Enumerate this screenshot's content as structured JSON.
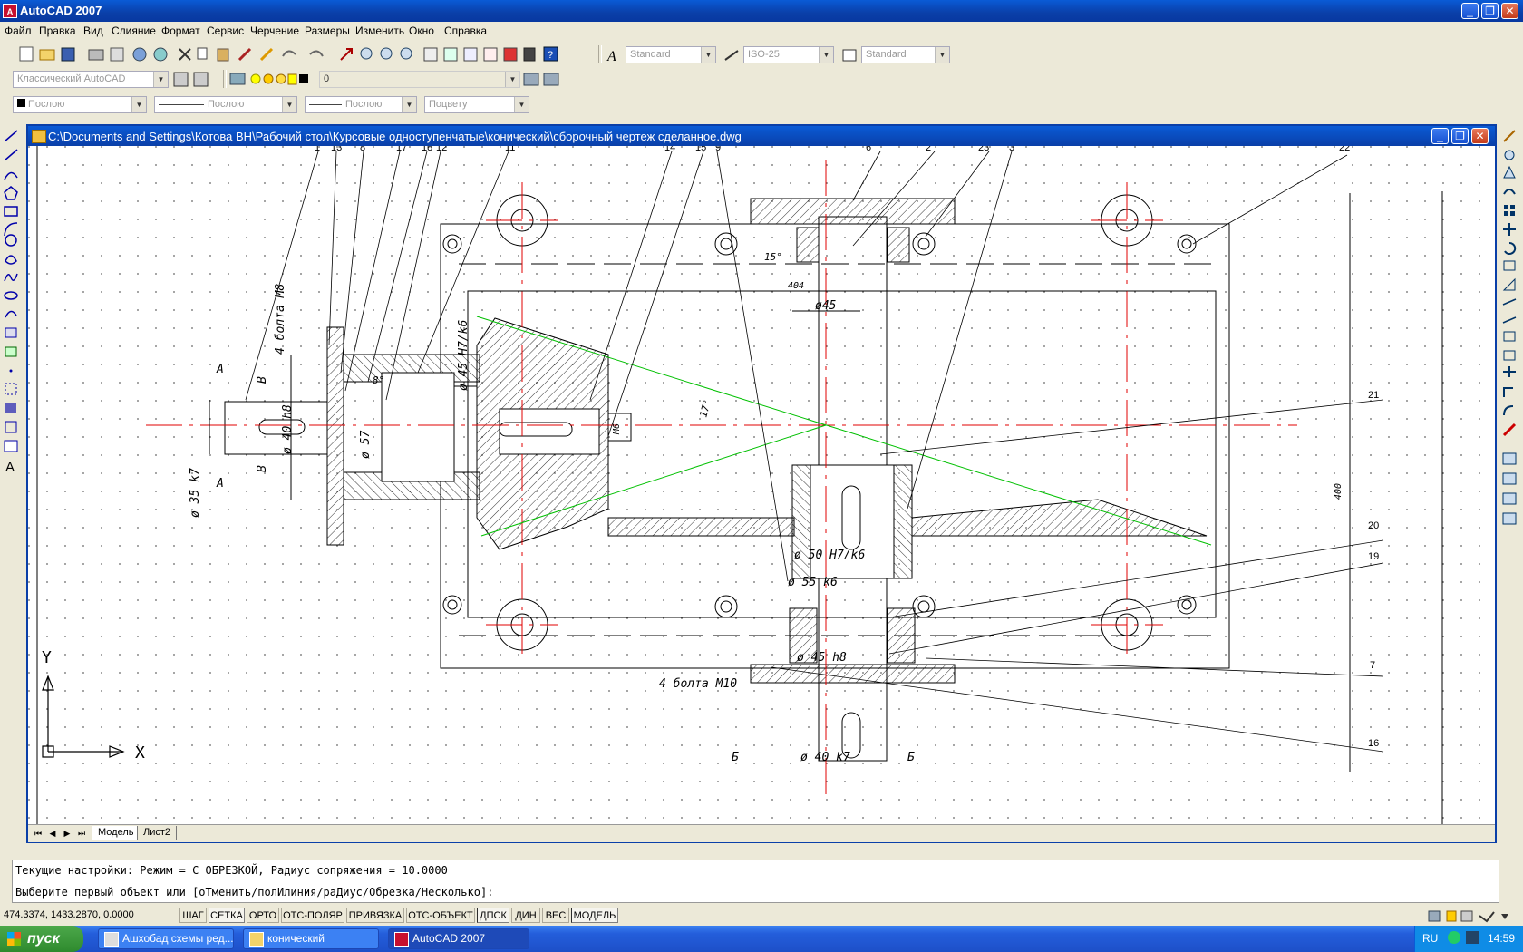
{
  "app": {
    "title": "AutoCAD 2007",
    "icon_label": "A"
  },
  "menu": [
    "Файл",
    "Правка",
    "Вид",
    "Слияние",
    "Формат",
    "Сервис",
    "Черчение",
    "Размеры",
    "Изменить",
    "Окно",
    "Справка"
  ],
  "toolbar": {
    "text_style": "Standard",
    "dim_style": "ISO-25",
    "table_style": "Standard",
    "workspace": "Классический AutoCAD",
    "layer": "0",
    "color": "Послою",
    "linetype": "Послою",
    "lineweight": "Послою",
    "plotstyle": "Поцвету"
  },
  "drawing": {
    "window_title": "C:\\Documents and Settings\\Котова ВН\\Рабочий стол\\Курсовые одноступенчатые\\конический\\сборочный чертеж сделанное.dwg",
    "tabs": [
      "Модель",
      "Лист2"
    ],
    "labels": {
      "bolts_m8": "4 болта M8",
      "bolts_m10": "4 болта M10",
      "d35": "ø 35 k7",
      "d40h8": "ø 40 h8",
      "d57": "ø 57",
      "d45h7": "ø 45 H7/k6",
      "d45": "ø45",
      "d50": "ø 50 H7/k6",
      "d55": "ø 55 k6",
      "d45h8": "ø 45 h8",
      "d40k7": "ø 40 k7",
      "dim404": "404",
      "dim400": "400",
      "ang15": "15°",
      "ang17": "17°",
      "ang8": "8°",
      "m6": "M6",
      "secA": "A",
      "secB": "B",
      "secBb": "Б",
      "axisY": "Y",
      "axisX": "X"
    },
    "callouts_top": [
      "1",
      "13",
      "8",
      "17",
      "18",
      "12",
      "11",
      "14",
      "15",
      "9",
      "6",
      "2",
      "23",
      "3",
      "22"
    ],
    "callouts_right": [
      "21",
      "20",
      "19",
      "7",
      "16"
    ]
  },
  "command": {
    "line1": "Текущие настройки: Режим = С ОБРЕЗКОЙ, Радиус сопряжения = 10.0000",
    "line2": "Выберите первый объект или [оТменить/полИлиния/раДиус/Обрезка/Несколько]:"
  },
  "status": {
    "coords": "474.3374, 1433.2870, 0.0000",
    "buttons": [
      "ШАГ",
      "СЕТКА",
      "ОРТО",
      "ОТС-ПОЛЯР",
      "ПРИВЯЗКА",
      "ОТС-ОБЪЕКТ",
      "ДПСК",
      "ДИН",
      "ВЕС",
      "МОДЕЛЬ"
    ]
  },
  "taskbar": {
    "start": "пуск",
    "tasks": [
      "Ашхобад схемы ред...",
      "конический",
      "AutoCAD 2007"
    ],
    "lang": "RU",
    "clock": "14:59"
  },
  "colors": {
    "xp_blue": "#0a3fa8",
    "centerline": "#e00000",
    "cone_axis": "#00c000"
  }
}
